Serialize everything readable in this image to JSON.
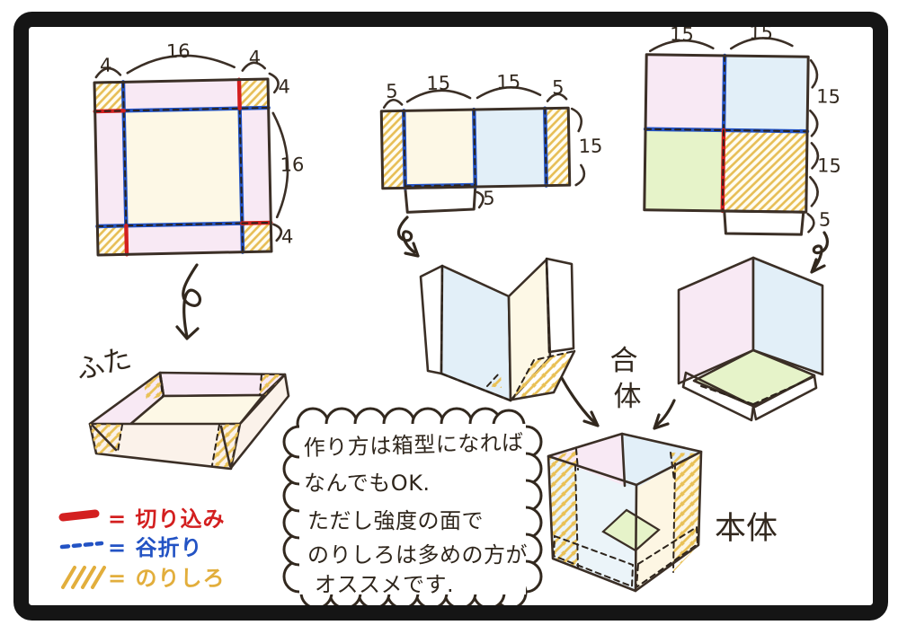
{
  "palette": {
    "background": "#ffffff",
    "frame_black": "#151515",
    "outline_dark": "#3b2f26",
    "pink": "#f8e9f4",
    "cream": "#fdf8e6",
    "light_blue": "#e2eff8",
    "green": "#e6f3c9",
    "glue_yellow": "#e7be55",
    "cut_red": "#d31f1f",
    "fold_blue": "#2353c4",
    "legend_yellow": "#e2ae3c"
  },
  "lid_pattern": {
    "top_measurements": [
      "4",
      "16",
      "4"
    ],
    "side_measurements": [
      "4",
      "16",
      "4"
    ]
  },
  "wall_pattern": {
    "top_measurements": [
      "5",
      "15",
      "15",
      "5"
    ],
    "side_measurement": "15",
    "tab_measurement": "5"
  },
  "base_pattern": {
    "top_measurements": [
      "15",
      "15"
    ],
    "side_measurements": [
      "15",
      "15"
    ],
    "tab_measurement": "5"
  },
  "labels": {
    "lid": "ふた",
    "combine_char_1": "合",
    "combine_char_2": "体",
    "body": "本体"
  },
  "note": {
    "lines": [
      "作り方は箱型になれば",
      "なんでもOK.",
      "ただし強度の面で",
      "のりしろは多めの方が",
      "オススメです."
    ]
  },
  "legend": {
    "items": [
      {
        "symbol": "solid-red-line",
        "label": "= 切り込み",
        "color": "#d31f1f"
      },
      {
        "symbol": "blue-dashed-line",
        "label": "= 谷折り",
        "color": "#2353c4"
      },
      {
        "symbol": "yellow-hatch",
        "label": "= のりしろ",
        "color": "#e2ae3c"
      }
    ]
  }
}
